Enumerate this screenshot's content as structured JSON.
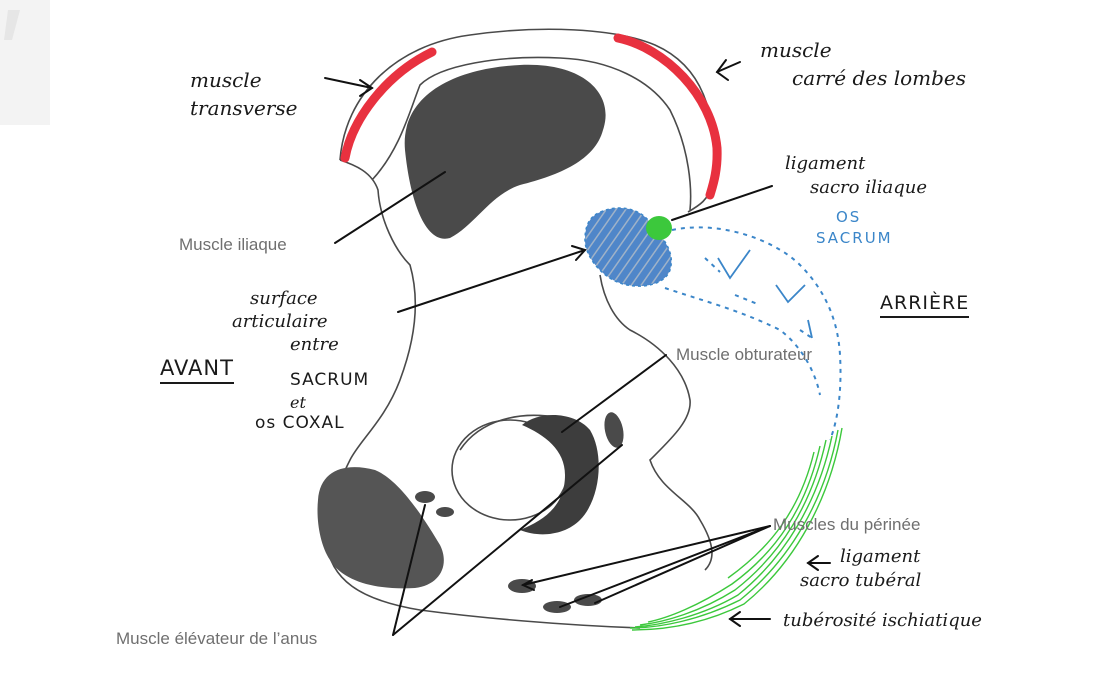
{
  "labels": {
    "muscle_transverse": [
      "muscle",
      "transverse"
    ],
    "muscle_carre": [
      "muscle",
      "carré des lombes"
    ],
    "ligament_sacro_iliaque": [
      "ligament",
      "sacro iliaque"
    ],
    "os_sacrum": [
      "OS",
      "SACRUM"
    ],
    "muscle_iliaque": "Muscle iliaque",
    "surface_articulaire": [
      "surface",
      "articulaire",
      "entre",
      "SACRUM",
      "et",
      "os COXAL"
    ],
    "avant": "AVANT",
    "arriere": "ARRIÈRE",
    "muscle_obturateur": "Muscle obturateur",
    "muscles_perinee": "Muscles du périnée",
    "ligament_sacro_tuberal": [
      "ligament",
      "sacro tubéral"
    ],
    "tuberosite": "tubérosité ischiatique",
    "muscle_elevateur": "Muscle élévateur de l’anus"
  },
  "colors": {
    "muscle_red": "#e8313f",
    "muscle_gray": "#4a4a4a",
    "ligament_green": "#3cc83c",
    "ligament_green_light": "#7fdc7f",
    "sacrum_blue": "#3b86c9",
    "outline": "#4a4a4a",
    "arrow": "#111111"
  }
}
